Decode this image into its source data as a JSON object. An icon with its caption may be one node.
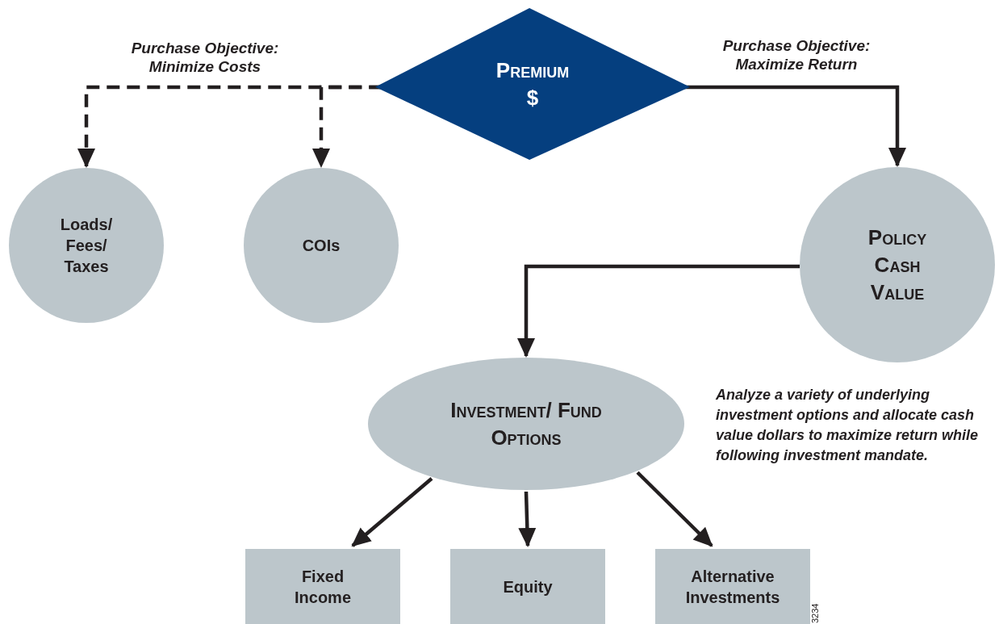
{
  "diagram": {
    "nodes": [
      {
        "text": [
          "Premium",
          "$"
        ]
      },
      {
        "text": [
          "Loads/ Fees/ Taxes"
        ]
      },
      {
        "text": [
          "COIs"
        ]
      },
      {
        "text": [
          "Policy Cash Value"
        ]
      },
      {
        "text": [
          "Investment/ Fund Options"
        ]
      },
      {
        "text": [
          "Fixed Income"
        ]
      },
      {
        "text": [
          "Equity"
        ]
      },
      {
        "text": [
          "Alternative Investments"
        ]
      }
    ],
    "edges": [
      {
        "from": 0,
        "to": 1,
        "arrow": "to",
        "style": "dashed",
        "label": "Purchase Objective: Minimize Costs"
      },
      {
        "from": 0,
        "to": 2,
        "arrow": "to",
        "style": "dashed"
      },
      {
        "from": 0,
        "to": 3,
        "arrow": "to",
        "label": "Purchase Objective: Maximize Return"
      },
      {
        "from": 3,
        "to": 4,
        "arrow": "to"
      },
      {
        "from": 4,
        "to": 5,
        "arrow": "to"
      },
      {
        "from": 4,
        "to": 6,
        "arrow": "to"
      },
      {
        "from": 4,
        "to": 7,
        "arrow": "to"
      }
    ],
    "labels": [
      "Analyze a variety of underlying investment options and allocate cash value dollars to maximize return while following investment mandate.",
      "3234"
    ]
  }
}
